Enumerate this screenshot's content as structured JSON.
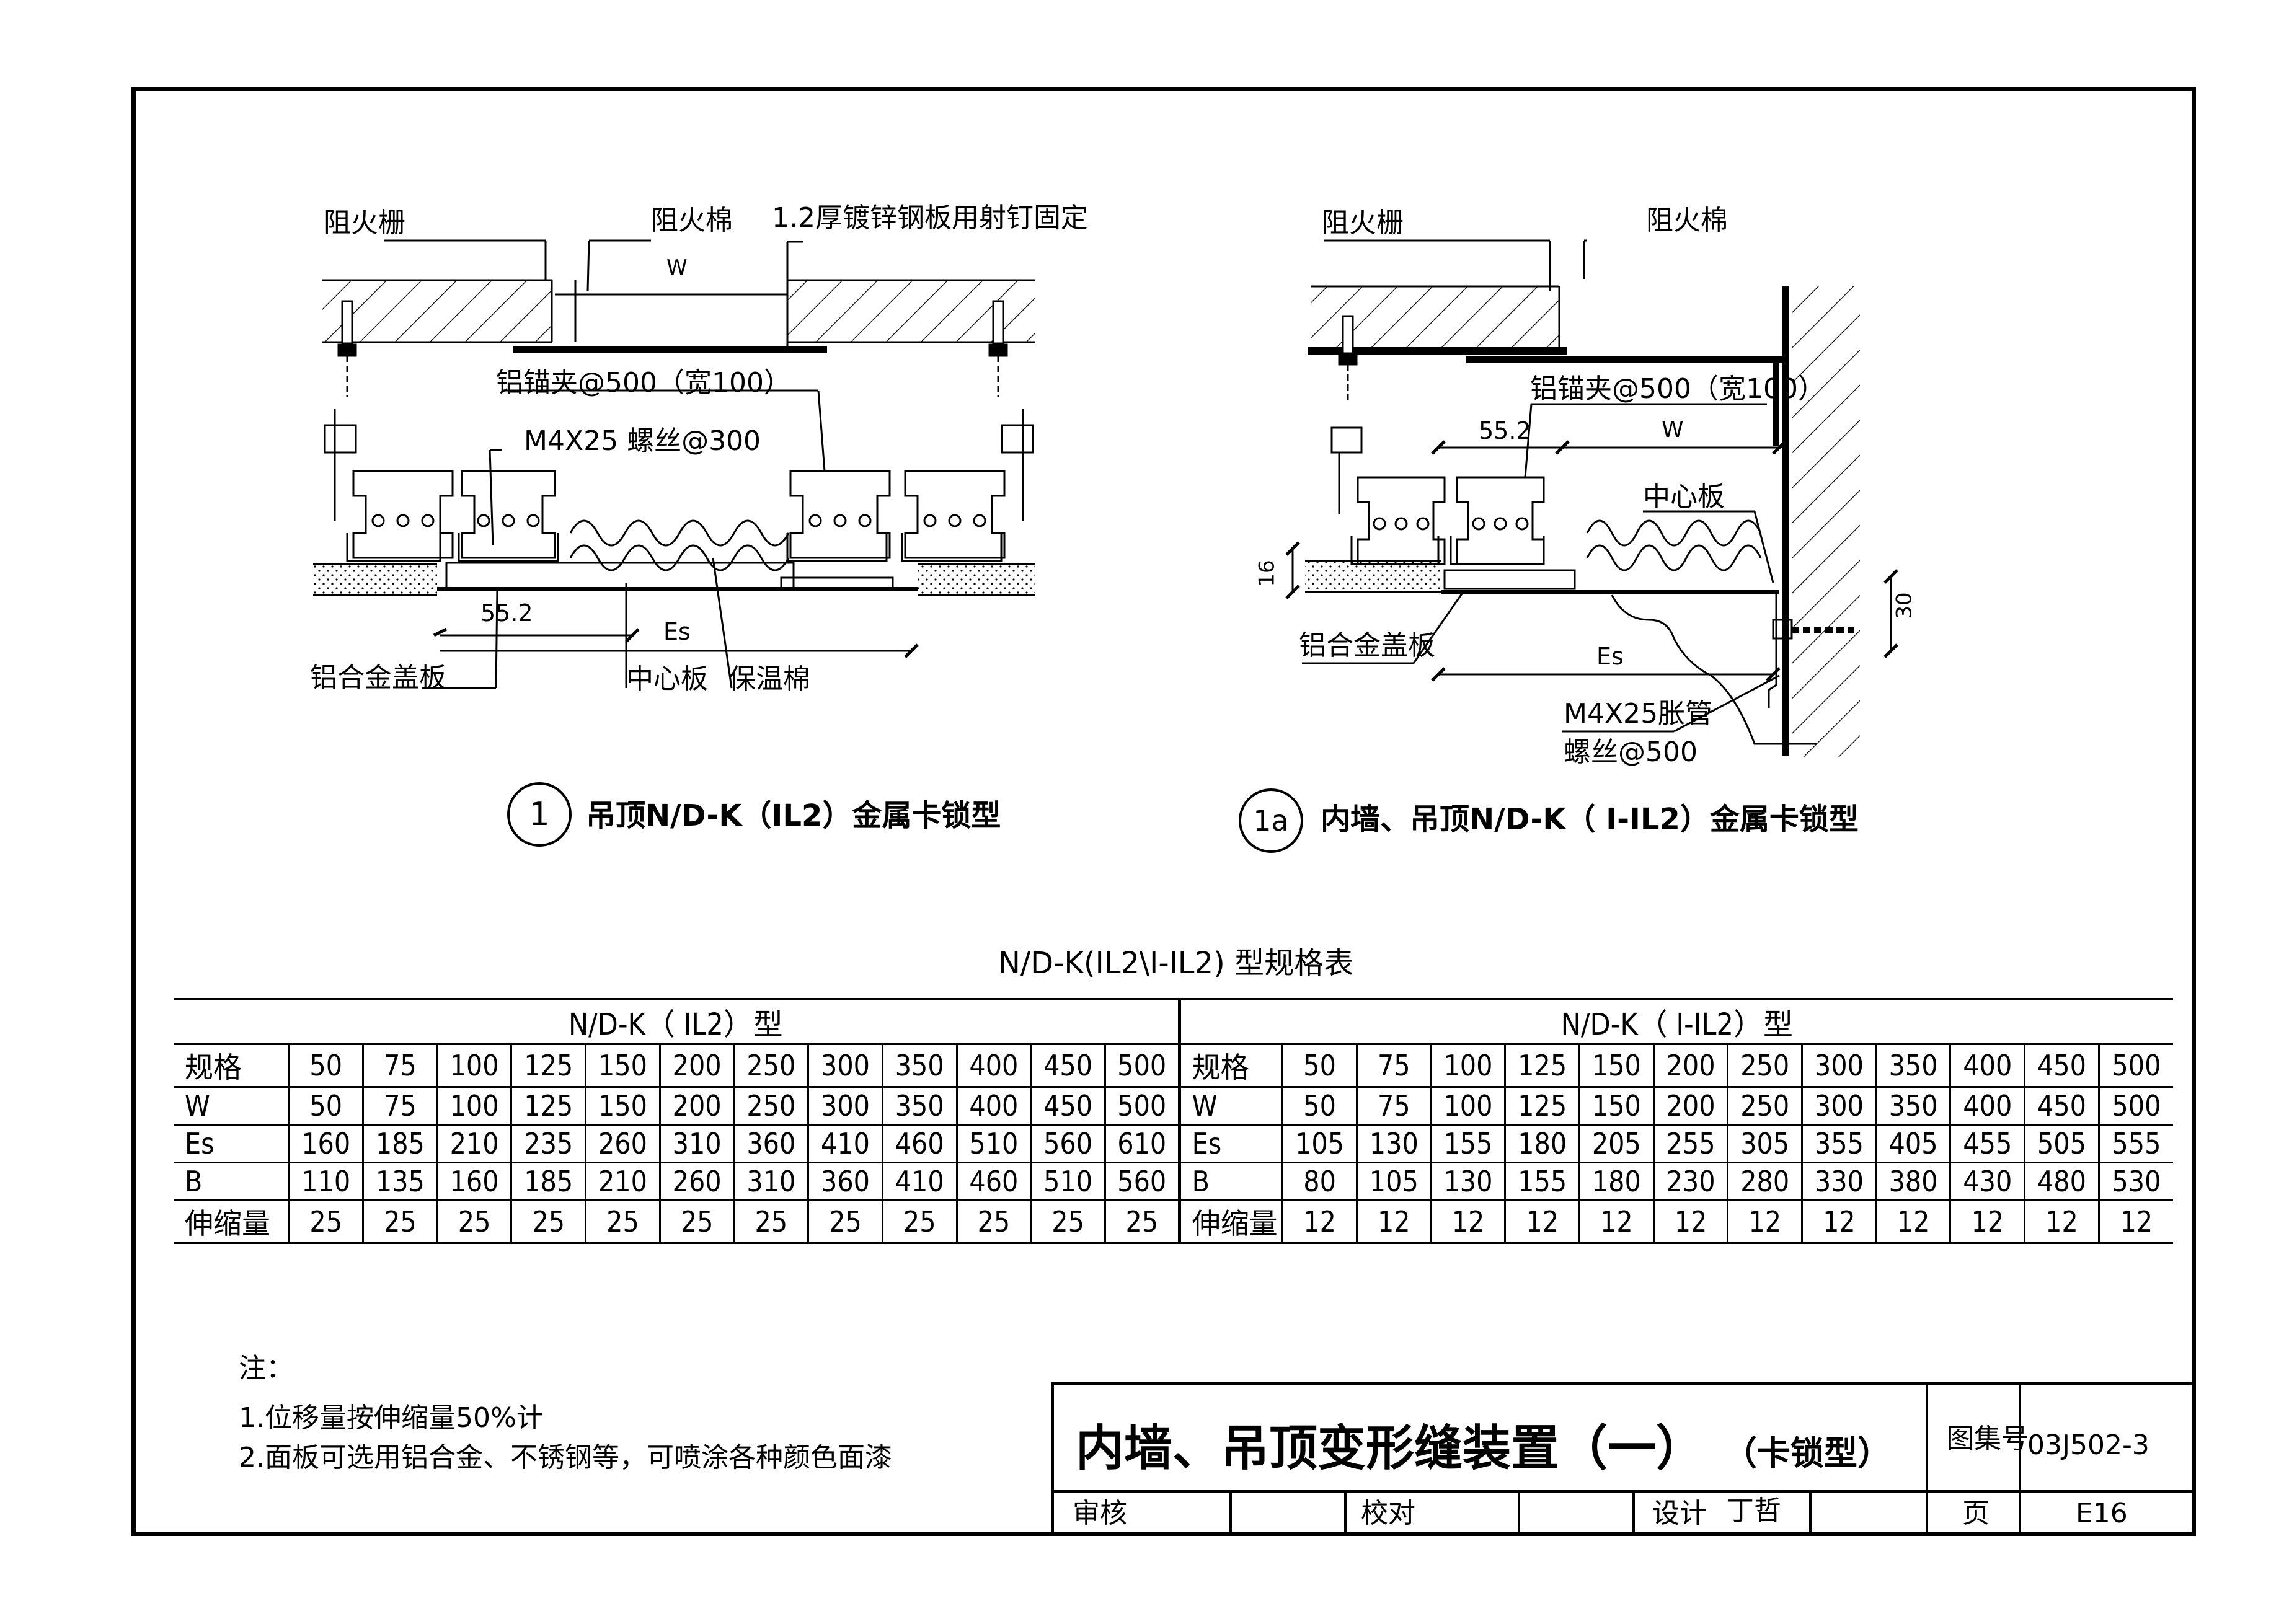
{
  "detail1": {
    "labels": {
      "fire_barrier": "阻火栅",
      "fire_cotton": "阻火棉",
      "steel_plate": "1.2厚镀锌钢板用射钉固定",
      "w": "W",
      "anchor_clip": "铝锚夹@500（宽100）",
      "screw": "M4X25 螺丝@300",
      "dim_552": "55.2",
      "es": "Es",
      "cover_plate": "铝合金盖板",
      "center_plate": "中心板",
      "insulation": "保温棉"
    },
    "number": "1",
    "caption": "吊顶N/D-K（IL2）金属卡锁型"
  },
  "detail1a": {
    "labels": {
      "fire_barrier": "阻火栅",
      "fire_cotton": "阻火棉",
      "anchor_clip": "铝锚夹@500（宽100）",
      "dim_552": "55.2",
      "w": "W",
      "center_plate": "中心板",
      "dim_16": "16",
      "dim_30": "30",
      "cover_plate": "铝合金盖板",
      "es": "Es",
      "expansion_screw_1": "M4X25胀管",
      "expansion_screw_2": "螺丝@500"
    },
    "number": "1a",
    "caption": "内墙、吊顶N/D-K（ I-IL2）金属卡锁型"
  },
  "spec_table": {
    "title": "N/D-K(IL2\\I-IL2) 型规格表",
    "left_header": "N/D-K（ IL2）型",
    "right_header": "N/D-K（ I-IL2）型",
    "left_rows": [
      {
        "label": "规格",
        "values": [
          "50",
          "75",
          "100",
          "125",
          "150",
          "200",
          "250",
          "300",
          "350",
          "400",
          "450",
          "500"
        ]
      },
      {
        "label": "W",
        "values": [
          "50",
          "75",
          "100",
          "125",
          "150",
          "200",
          "250",
          "300",
          "350",
          "400",
          "450",
          "500"
        ]
      },
      {
        "label": "Es",
        "values": [
          "160",
          "185",
          "210",
          "235",
          "260",
          "310",
          "360",
          "410",
          "460",
          "510",
          "560",
          "610"
        ]
      },
      {
        "label": "B",
        "values": [
          "110",
          "135",
          "160",
          "185",
          "210",
          "260",
          "310",
          "360",
          "410",
          "460",
          "510",
          "560"
        ]
      },
      {
        "label": "伸缩量",
        "values": [
          "25",
          "25",
          "25",
          "25",
          "25",
          "25",
          "25",
          "25",
          "25",
          "25",
          "25",
          "25"
        ]
      }
    ],
    "right_rows": [
      {
        "label": "规格",
        "values": [
          "50",
          "75",
          "100",
          "125",
          "150",
          "200",
          "250",
          "300",
          "350",
          "400",
          "450",
          "500"
        ]
      },
      {
        "label": "W",
        "values": [
          "50",
          "75",
          "100",
          "125",
          "150",
          "200",
          "250",
          "300",
          "350",
          "400",
          "450",
          "500"
        ]
      },
      {
        "label": "Es",
        "values": [
          "105",
          "130",
          "155",
          "180",
          "205",
          "255",
          "305",
          "355",
          "405",
          "455",
          "505",
          "555"
        ]
      },
      {
        "label": "B",
        "values": [
          "80",
          "105",
          "130",
          "155",
          "180",
          "230",
          "280",
          "330",
          "380",
          "430",
          "480",
          "530"
        ]
      },
      {
        "label": "伸缩量",
        "values": [
          "12",
          "12",
          "12",
          "12",
          "12",
          "12",
          "12",
          "12",
          "12",
          "12",
          "12",
          "12"
        ]
      }
    ]
  },
  "notes": {
    "heading": "注：",
    "items": [
      "1.位移量按伸缩量50%计",
      "2.面板可选用铝合金、不锈钢等，可喷涂各种颜色面漆"
    ]
  },
  "title_block": {
    "title": "内墙、吊顶变形缝装置（一）",
    "subtitle": "（卡锁型）",
    "atlas_label": "图集号",
    "atlas_no": "03J502-3",
    "review": "审核",
    "check": "校对",
    "design": "设计",
    "designer": "丁哲",
    "page_label": "页",
    "page_no": "E16"
  }
}
